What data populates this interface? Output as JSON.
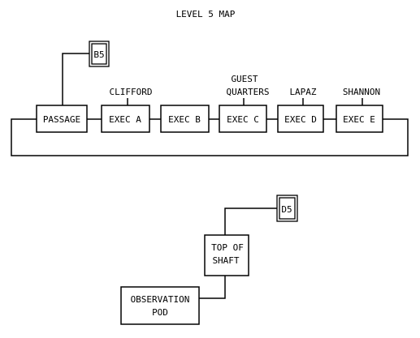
{
  "map_title": "LEVEL 5 MAP",
  "rooms": {
    "passage": "PASSAGE",
    "exec_a": "EXEC A",
    "exec_b": "EXEC B",
    "exec_c": "EXEC C",
    "exec_d": "EXEC D",
    "exec_e": "EXEC E",
    "top_of_shaft": [
      "TOP OF",
      "SHAFT"
    ],
    "observation_pod": [
      "OBSERVATION",
      "POD"
    ]
  },
  "markers": {
    "b5": "B5",
    "d5": "D5"
  },
  "occupants": {
    "clifford": "CLIFFORD",
    "guest_quarters": [
      "GUEST",
      "QUARTERS"
    ],
    "lapaz": "LAPAZ",
    "shannon": "SHANNON"
  }
}
